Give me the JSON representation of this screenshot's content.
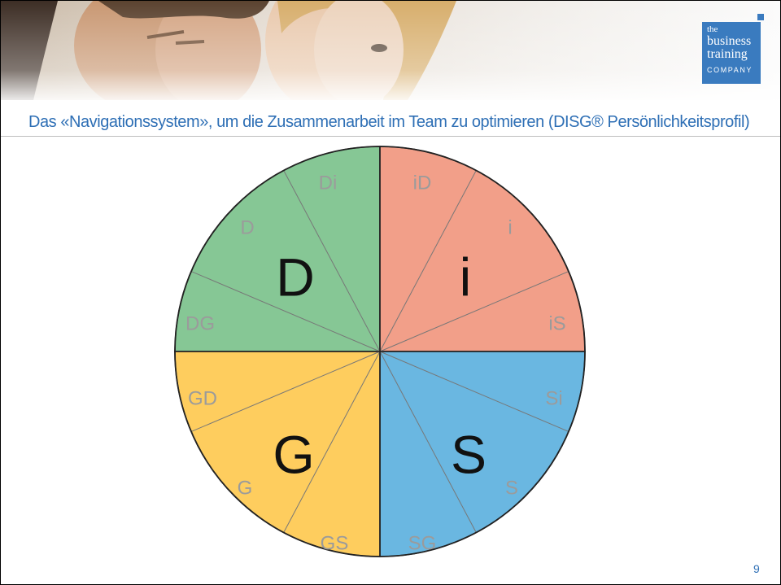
{
  "header": {
    "logo": {
      "line1": "the",
      "line2": "business",
      "line3": "training",
      "line4": "COMPANY",
      "color": "#3a7bbf"
    },
    "subtitle": "Das «Navigationssystem», um die Zusammenarbeit im Team zu optimieren (DISG® Persönlichkeitsprofil)"
  },
  "diagram": {
    "quadrants": [
      {
        "key": "D",
        "label": "D",
        "color": "#86c795",
        "segments": [
          "Di",
          "D",
          "DG"
        ]
      },
      {
        "key": "i",
        "label": "i",
        "color": "#f29f89",
        "segments": [
          "iD",
          "i",
          "iS"
        ]
      },
      {
        "key": "S",
        "label": "S",
        "color": "#6ab7e1",
        "segments": [
          "Si",
          "S",
          "SG"
        ]
      },
      {
        "key": "G",
        "label": "G",
        "color": "#fecd5e",
        "segments": [
          "GD",
          "G",
          "GS"
        ]
      }
    ]
  },
  "footer": {
    "page_number": "9"
  }
}
